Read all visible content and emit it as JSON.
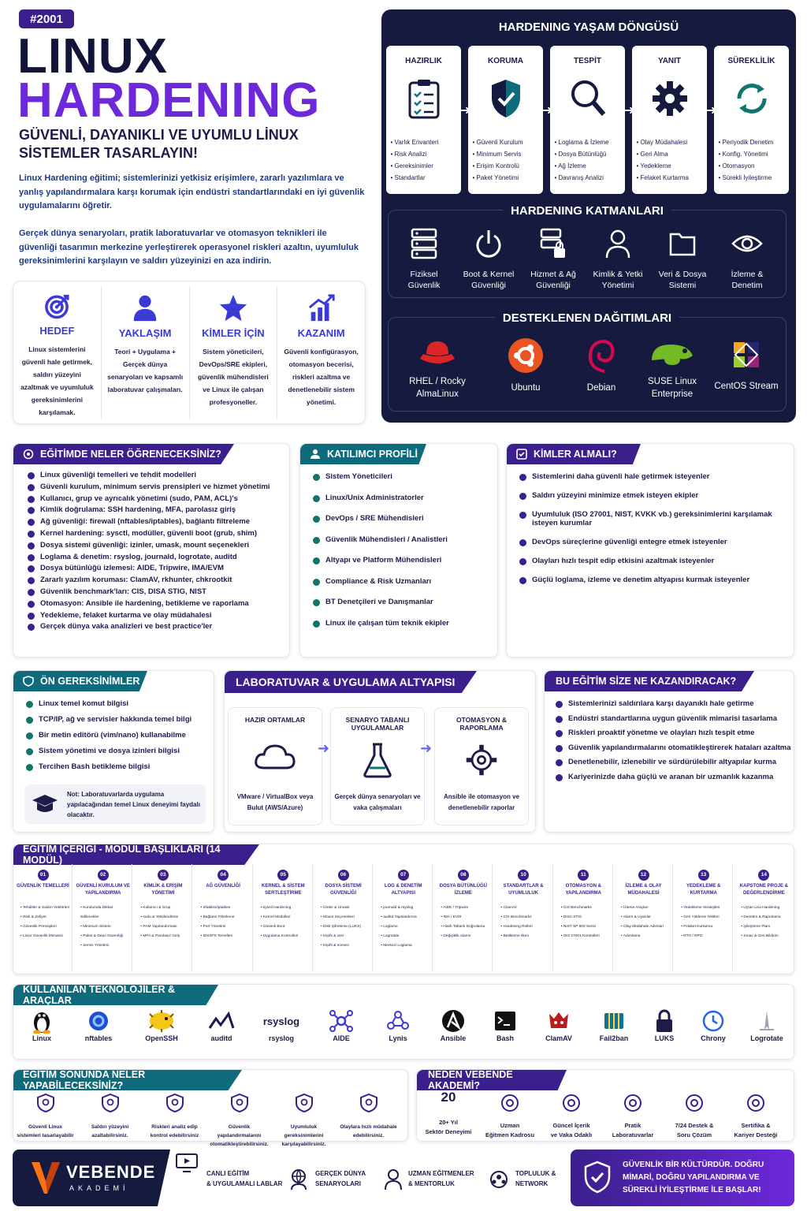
{
  "badge": "#2001",
  "title_line1": "LINUX",
  "title_line2": "HARDENING",
  "subtitle": "GÜVENLİ, DAYANIKLI VE UYUMLU LİNUX SİSTEMLER TASARLAYIN!",
  "intro_p1": "Linux Hardening eğitimi; sistemlerinizi yetkisiz erişimlere, zararlı yazılımlara ve yanlış yapılandırmalara karşı korumak için endüstri standartlarındaki en iyi güvenlik uygulamalarını öğretir.",
  "intro_p2": "Gerçek dünya senaryoları, pratik laboratuvarlar ve otomasyon teknikleri ile güvenliği tasarımın merkezine yerleştirerek operasyonel riskleri azaltın, uyumluluk gereksinimlerini karşılayın ve saldırı yüzeyinizi en aza indirin.",
  "goals": [
    {
      "title": "HEDEF",
      "text": "Linux sistemlerini güvenli hale getirmek, saldırı yüzeyini azaltmak ve uyumluluk gereksinimlerini karşılamak."
    },
    {
      "title": "YAKLAŞIM",
      "text": "Teori + Uygulama + Gerçek dünya senaryoları ve kapsamlı laboratuvar çalışmaları."
    },
    {
      "title": "KİMLER İÇİN",
      "text": "Sistem yöneticileri, DevOps/SRE ekipleri, güvenlik mühendisleri ve Linux ile çalışan profesyoneller."
    },
    {
      "title": "KAZANIM",
      "text": "Güvenli konfigürasyon, otomasyon becerisi, riskleri azaltma ve denetlenebilir sistem yönetimi."
    }
  ],
  "lifecycle": {
    "title": "HARDENING YAŞAM DÖNGÜSÜ",
    "phases": [
      {
        "name": "HAZIRLIK",
        "items": [
          "Varlık Envanteri",
          "Risk Analizi",
          "Gereksinimler",
          "Standartlar"
        ]
      },
      {
        "name": "KORUMA",
        "items": [
          "Güvenli Kurulum",
          "Minimum Servis",
          "Erişim Kontrolü",
          "Paket Yönetimi"
        ]
      },
      {
        "name": "TESPİT",
        "items": [
          "Loglama & İzleme",
          "Dosya Bütünlüğü",
          "Ağ İzleme",
          "Davranış Analizi"
        ]
      },
      {
        "name": "YANIT",
        "items": [
          "Olay Müdahalesi",
          "Geri Alma",
          "Yedekleme",
          "Felaket Kurtarma"
        ]
      },
      {
        "name": "SÜREKLİLİK",
        "items": [
          "Periyodik Denetim",
          "Konfig. Yönetimi",
          "Otomasyon",
          "Sürekli İyileştirme"
        ]
      }
    ]
  },
  "layers": {
    "title": "HARDENING KATMANLARI",
    "items": [
      {
        "l1": "Fiziksel",
        "l2": "Güvenlik"
      },
      {
        "l1": "Boot & Kernel",
        "l2": "Güvenliği"
      },
      {
        "l1": "Hizmet & Ağ",
        "l2": "Güvenliği"
      },
      {
        "l1": "Kimlik & Yetki",
        "l2": "Yönetimi"
      },
      {
        "l1": "Veri & Dosya",
        "l2": "Sistemi"
      },
      {
        "l1": "İzleme &",
        "l2": "Denetim"
      }
    ]
  },
  "distros": {
    "title": "DESTEKLENEN DAĞITIMLARI",
    "items": [
      {
        "l1": "RHEL / Rocky",
        "l2": "AlmaLinux"
      },
      {
        "l1": "Ubuntu",
        "l2": ""
      },
      {
        "l1": "Debian",
        "l2": ""
      },
      {
        "l1": "SUSE Linux",
        "l2": "Enterprise"
      },
      {
        "l1": "CentOS Stream",
        "l2": ""
      }
    ]
  },
  "learn": {
    "title": "EĞİTİMDE NELER ÖĞRENECEKSİNİZ?",
    "items": [
      "Linux güvenliği temelleri ve tehdit modelleri",
      "Güvenli kurulum, minimum servis prensipleri ve hizmet yönetimi",
      "Kullanıcı, grup ve ayrıcalık yönetimi (sudo, PAM, ACL)'s",
      "Kimlik doğrulama: SSH hardening, MFA, parolasız giriş",
      "Ağ güvenliği: firewall (nftables/iptables), bağlantı filtreleme",
      "Kernel hardening: sysctl, modüller, güvenli boot (grub, shim)",
      "Dosya sistemi güvenliği: izinler, umask, mount seçenekleri",
      "Loglama & denetim: rsyslog, journald, logrotate, auditd",
      "Dosya bütünlüğü izlemesi: AIDE, Tripwire, IMA/EVM",
      "Zararlı yazılım koruması: ClamAV, rkhunter, chkrootkit",
      "Güvenlik benchmark'ları: CIS, DISA STIG, NIST",
      "Otomasyon: Ansible ile hardening, betikleme ve raporlama",
      "Yedekleme, felaket kurtarma ve olay müdahalesi",
      "Gerçek dünya vaka analizleri ve best practice'ler"
    ]
  },
  "profile": {
    "title": "KATILIMCI PROFİLİ",
    "items": [
      "Sistem Yöneticileri",
      "Linux/Unix Administratorler",
      "DevOps / SRE Mühendisleri",
      "Güvenlik Mühendisleri / Analistleri",
      "Altyapı ve Platform Mühendisleri",
      "Compliance & Risk Uzmanları",
      "BT Denetçileri ve Danışmanlar",
      "Linux ile çalışan tüm teknik ekipler"
    ]
  },
  "who": {
    "title": "KİMLER ALMALI?",
    "items": [
      "Sistemlerini daha güvenli hale getirmek isteyenler",
      "Saldırı yüzeyini minimize etmek isteyen ekipler",
      "Uyumluluk (ISO 27001, NIST, KVKK vb.) gereksinimlerini karşılamak isteyen kurumlar",
      "DevOps süreçlerine güvenliği entegre etmek isteyenler",
      "Olayları hızlı tespit edip etkisini azaltmak isteyenler",
      "Güçlü loglama, izleme ve denetim altyapısı kurmak isteyenler"
    ]
  },
  "prereq": {
    "title": "ÖN GEREKSİNİMLER",
    "items": [
      "Linux temel komut bilgisi",
      "TCP/IP, ağ ve servisler hakkında temel bilgi",
      "Bir metin editörü (vim/nano) kullanabilme",
      "Sistem yönetimi ve dosya izinleri bilgisi",
      "Tercihen Bash betikleme bilgisi"
    ],
    "note": "Not: Laboratuvarlarda uygulama yapılacağından temel Linux deneyimi faydalı olacaktır."
  },
  "lab": {
    "title": "LABORATUVAR & UYGULAMA ALTYAPISI",
    "boxes": [
      {
        "title": "HAZIR ORTAMLAR",
        "text": "VMware / VirtualBox veya Bulut (AWS/Azure)"
      },
      {
        "title": "SENARYO TABANLI UYGULAMALAR",
        "text": "Gerçek dünya senaryoları ve vaka çalışmaları"
      },
      {
        "title": "OTOMASYON & RAPORLAMA",
        "text": "Ansible ile otomasyon ve denetlenebilir raporlar"
      }
    ]
  },
  "gain": {
    "title": "BU EĞİTİM SİZE NE KAZANDIRACAK?",
    "items": [
      "Sistemlerinizi saldırılara karşı dayanıklı hale getirme",
      "Endüstri standartlarına uygun güvenlik mimarisi tasarlama",
      "Riskleri proaktif yönetme ve olayları hızlı tespit etme",
      "Güvenlik yapılandırmalarını otomatikleştirerek hataları azaltma",
      "Denetlenebilir, izlenebilir ve sürdürülebilir altyapılar kurma",
      "Kariyerinizde daha güçlü ve aranan bir uzmanlık kazanma"
    ]
  },
  "modules": {
    "title": "EĞİTİM İÇERİĞİ - MODÜL BAŞLIKLARI (14 MODÜL)",
    "items": [
      {
        "n": "01",
        "t": "GÜVENLİK TEMELLERİ",
        "i": [
          "Tehditler & Saldırı Vektörleri",
          "Risk & Zafiyet",
          "Güvenlik Prensipleri",
          "Linux Güvenlik Mimarisi"
        ]
      },
      {
        "n": "02",
        "t": "GÜVENLİ KURULUM VE YAPILANDIRMA",
        "i": [
          "Kurulumda Dikkat Edilecekler",
          "Minimum Sistem",
          "Paket & Depo Güvenliği",
          "Servis Yönetimi"
        ]
      },
      {
        "n": "03",
        "t": "KİMLİK & ERİŞİM YÖNETİMİ",
        "i": [
          "Kullanıcı & Grup",
          "sudo & Yetkilendirme",
          "PAM Yapılandırması",
          "MFA & Parolasız Giriş"
        ]
      },
      {
        "n": "04",
        "t": "AĞ GÜVENLİĞİ",
        "i": [
          "nftables/iptables",
          "Bağlantı Filtreleme",
          "Port Yönetimi",
          "IDS/IPS Temelleri"
        ]
      },
      {
        "n": "05",
        "t": "KERNEL & SİSTEM SERTLEŞTİRME",
        "i": [
          "sysctl Hardening",
          "Kernel Modülleri",
          "Güvenli Boot",
          "Uygulama Kontrolleri"
        ]
      },
      {
        "n": "06",
        "t": "DOSYA SİSTEMİ GÜVENLİĞİ",
        "i": [
          "İzinler & Umask",
          "Mount Seçenekleri",
          "Disk Şifreleme (LUKS)",
          "tmpfs & vssr",
          "tmpfs & noexec"
        ]
      },
      {
        "n": "07",
        "t": "LOG & DENETİM ALTYAPISI",
        "i": [
          "journald & rsyslog",
          "auditd Yapılandırma",
          "Loglamo",
          "Logrotate",
          "Merkezi Loglama"
        ]
      },
      {
        "n": "08",
        "t": "DOSYA BÜTÜNLÜĞÜ İZLEME",
        "i": [
          "AIDE / Tripwire",
          "IMA / EVM",
          "Hash Tabanlı Doğrulama",
          "Değişiklik Alarmı"
        ]
      },
      {
        "n": "10",
        "t": "STANDARTLAR & UYUMLULUK",
        "i": [
          "ClamAV",
          "CIS Benchmarks",
          "Hardening Rolleri",
          "Betikleme Ilken"
        ]
      },
      {
        "n": "11",
        "t": "OTOMASYON & YAPILANDIRMA",
        "i": [
          "CIS Benchmarks",
          "DISA STIG",
          "NIST SP 800 Serisi",
          "ISO 27001 Kontrolleri"
        ]
      },
      {
        "n": "12",
        "t": "İZLEME & OLAY MÜDAHALESİ",
        "i": [
          "İzleme Araçları",
          "Alarm & Uyarılar",
          "Olay Müdahale Adımları",
          "Adımlama"
        ]
      },
      {
        "n": "13",
        "t": "YEDEKLEME & KURTARMA",
        "i": [
          "Yedekleme Stratejileri",
          "Geri Yükleme Testleri",
          "Felaket Kurtarma",
          "RTO / RPO"
        ]
      },
      {
        "n": "14",
        "t": "KAPSTONE PROJE & DEĞERLENDİRME",
        "i": [
          "Uçtan Uca Hardening",
          "Denetim & Raporlama",
          "İyileştirme Planı",
          "Sınav & Geri Bildirim"
        ]
      }
    ]
  },
  "tools": {
    "title": "KULLANILAN TEKNOLOJİLER & ARAÇLAR",
    "items": [
      "Linux",
      "nftables",
      "OpenSSH",
      "auditd",
      "rsyslog",
      "AIDE",
      "Lynis",
      "Ansible",
      "Bash",
      "ClamAV",
      "Fail2ban",
      "LUKS",
      "Chrony",
      "Logrotate"
    ],
    "rsyslog_logo": "rsyslog"
  },
  "can_do": {
    "title": "EĞİTİM SONUNDA NELER YAPABİLECEKSİNİZ?",
    "items": [
      "Güvenli Linux sistemleri tasarlayabilir",
      "Saldırı yüzeyini azaltabilirsiniz.",
      "Riskleri analiz edip kontrol edebilirsiniz",
      "Güvenlik yapılandırmalarını otomatikleştirebilirsiniz.",
      "Uyumluluk gereksinimlerini karşılayabilirsiniz.",
      "Olaylara hızlı müdahale edebilirsiniz."
    ]
  },
  "why": {
    "title": "NEDEN VEBENDE AKADEMİ?",
    "items": [
      {
        "l1": "20+ Yıl",
        "l2": "Sektör Deneyimi"
      },
      {
        "l1": "Uzman",
        "l2": "Eğitmen Kadrosu"
      },
      {
        "l1": "Güncel İçerik",
        "l2": "ve Vaka Odaklı"
      },
      {
        "l1": "Pratik",
        "l2": "Laboratuvarlar"
      },
      {
        "l1": "7/24 Destek &",
        "l2": "Soru Çözüm"
      },
      {
        "l1": "Sertifika &",
        "l2": "Kariyer Desteği"
      }
    ],
    "icon_text": "20"
  },
  "footer": {
    "brand": "VEBENDE",
    "brand_sub": "AKADEMİ",
    "features": [
      {
        "l1": "CANLI EĞİTİM",
        "l2": "& UYGULAMALI LABLAR"
      },
      {
        "l1": "GERÇEK DÜNYA",
        "l2": "SENARYOLARI"
      },
      {
        "l1": "UZMAN EĞİTMENLER",
        "l2": "& MENTORLUK"
      },
      {
        "l1": "TOPLULUK &",
        "l2": "NETWORK"
      }
    ],
    "slogan": "GÜVENLİK BİR KÜLTÜRDÜR. DOĞRU MİMARİ, DOĞRU YAPILANDIRMA VE SÜREKLİ İYİLEŞTİRME İLE BAŞLAR!"
  },
  "colors": {
    "primary": "#3b1f8c",
    "accent": "#6d28d9",
    "navy": "#161a3e",
    "teal": "#0f6b7c"
  }
}
